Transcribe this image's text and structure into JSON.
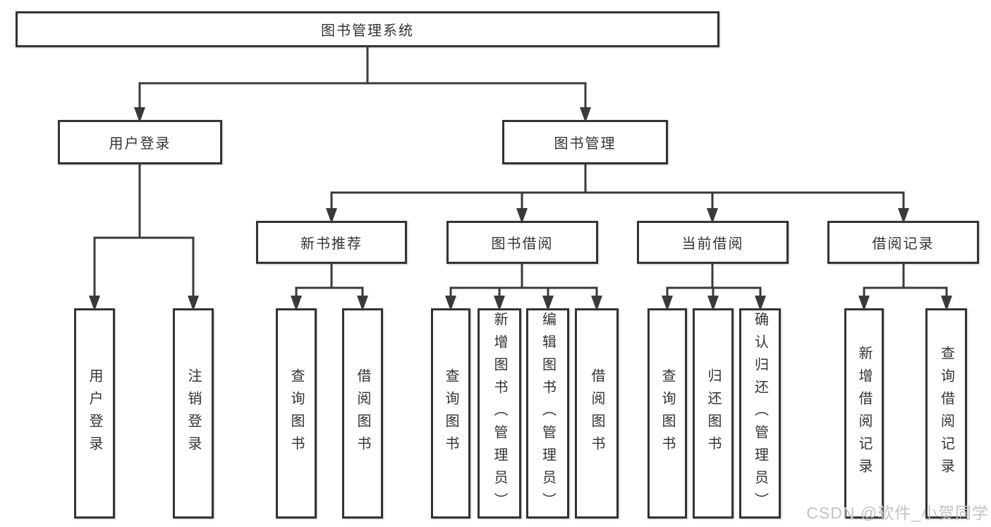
{
  "colors": {
    "line": "#3a3a3a",
    "box_border": "#333333",
    "text": "#333333",
    "background": "#ffffff",
    "watermark": "#c3c3c3"
  },
  "watermark": {
    "text": "CSDN @软件_小贺同学"
  },
  "tree": {
    "root": {
      "label": "图书管理系统"
    },
    "children": [
      {
        "label": "用户登录",
        "children": [
          {
            "label": "用户登录"
          },
          {
            "label": "注销登录"
          }
        ]
      },
      {
        "label": "图书管理",
        "children": [
          {
            "label": "新书推荐",
            "children": [
              {
                "label": "查询图书"
              },
              {
                "label": "借阅图书"
              }
            ]
          },
          {
            "label": "图书借阅",
            "children": [
              {
                "label": "查询图书"
              },
              {
                "label": "新增图书（管理员）"
              },
              {
                "label": "编辑图书（管理员）"
              },
              {
                "label": "借阅图书"
              }
            ]
          },
          {
            "label": "当前借阅",
            "children": [
              {
                "label": "查询图书"
              },
              {
                "label": "归还图书"
              },
              {
                "label": "确认归还（管理员）"
              }
            ]
          },
          {
            "label": "借阅记录",
            "children": [
              {
                "label": "新增借阅记录"
              },
              {
                "label": "查询借阅记录"
              }
            ]
          }
        ]
      }
    ]
  }
}
